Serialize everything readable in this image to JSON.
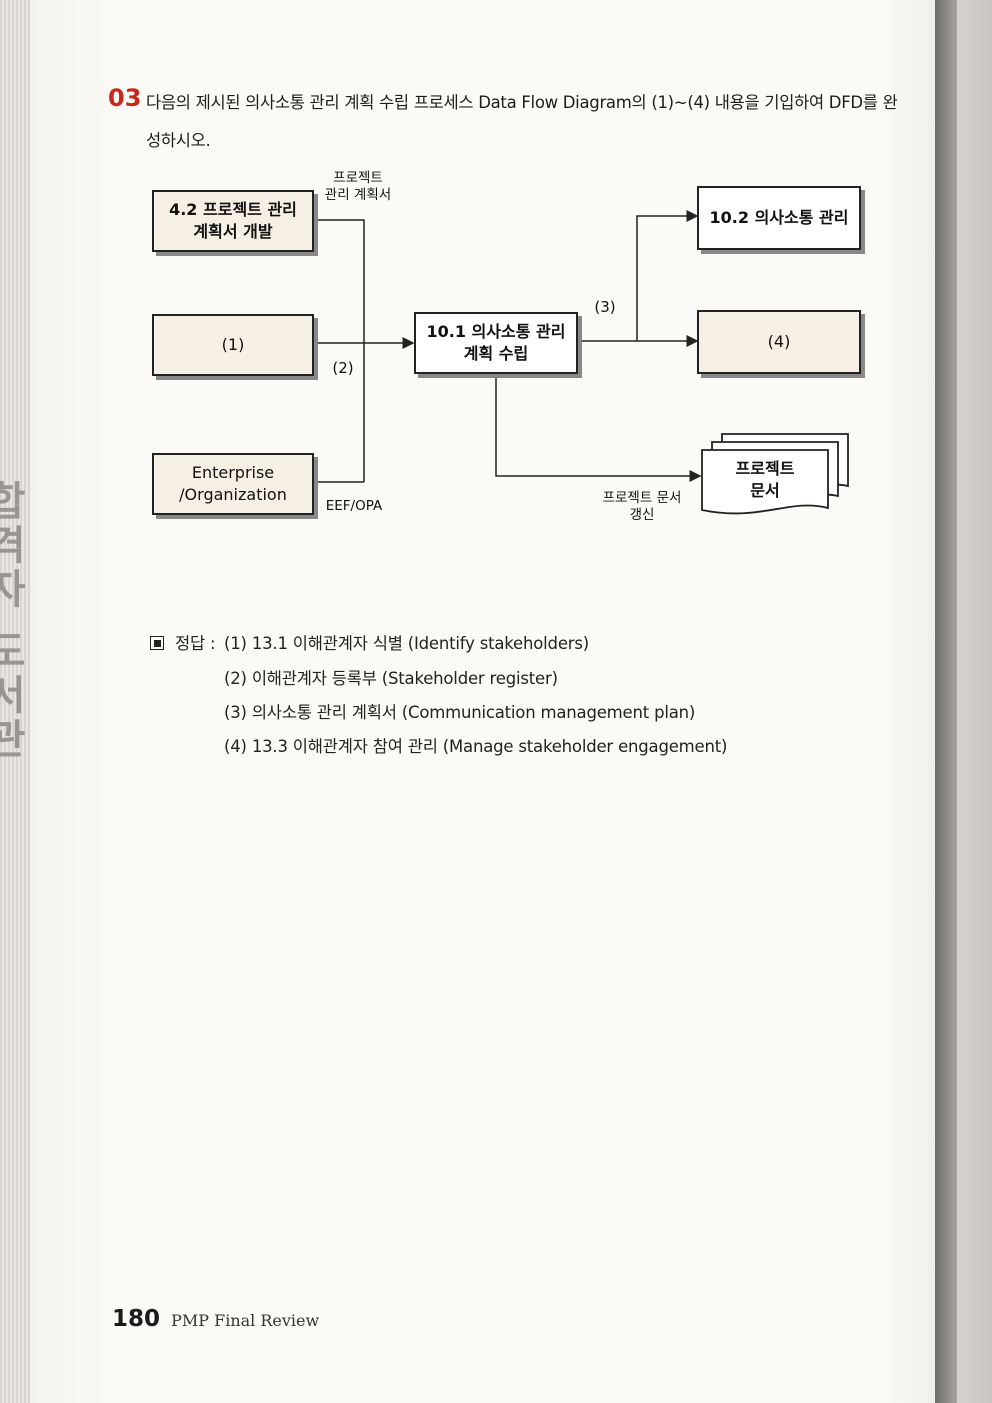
{
  "question": {
    "number": "03",
    "text": "다음의 제시된 의사소통 관리 계획 수립 프로세스 Data Flow Diagram의 (1)~(4) 내용을 기입하여 DFD를 완성하시오."
  },
  "diagram": {
    "box_4_2": "4.2 프로젝트 관리\n계획서 개발",
    "box_1": "(1)",
    "box_enterprise": "Enterprise\n/Organization",
    "box_10_1": "10.1 의사소통 관리\n계획 수립",
    "box_10_2": "10.2 의사소통 관리",
    "box_4": "(4)",
    "box_docs": "프로젝트\n문서",
    "label_plan": "프로젝트\n관리 계획서",
    "label_2": "(2)",
    "label_eef": "EEF/OPA",
    "label_3": "(3)",
    "label_doc_update": "프로젝트 문서\n갱신"
  },
  "answer": {
    "prefix": "정답 :",
    "items": [
      "(1) 13.1 이해관계자 식별 (Identify stakeholders)",
      "(2) 이해관계자 등록부 (Stakeholder register)",
      "(3) 의사소통 관리 계획서 (Communication management plan)",
      "(4) 13.3 이해관계자 참여 관리 (Manage stakeholder engagement)"
    ]
  },
  "footer": {
    "page_number": "180",
    "book_title": "PMP Final Review"
  },
  "side_text": "합격자 도서관"
}
